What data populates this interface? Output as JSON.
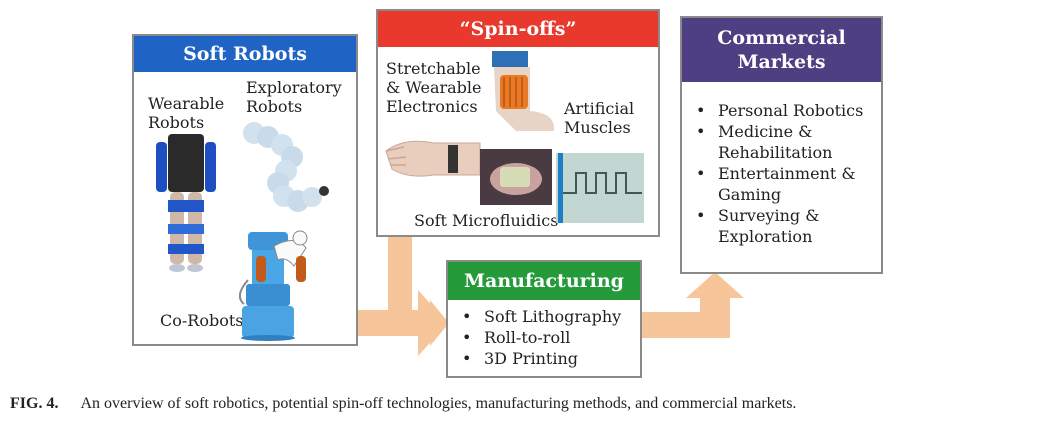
{
  "soft_robots": {
    "title": "Soft Robots",
    "labels": {
      "wearable": "Wearable Robots",
      "exploratory": "Exploratory Robots",
      "co": "Co-Robots"
    }
  },
  "spinoffs": {
    "title": "“Spin-offs”",
    "labels": {
      "stretchable": "Stretchable & Wearable Electronics",
      "muscles": "Artificial Muscles",
      "microfluidics": "Soft Microfluidics"
    }
  },
  "manufacturing": {
    "title": "Manufacturing",
    "items": [
      "Soft Lithography",
      "Roll-to-roll",
      "3D Printing"
    ]
  },
  "markets": {
    "title": "Commercial Markets",
    "items": [
      "Personal Robotics",
      "Medicine & Rehabilitation",
      "Entertainment & Gaming",
      "Surveying & Exploration"
    ]
  },
  "caption": {
    "figure": "FIG. 4.",
    "text": "An overview of soft robotics, potential spin-off technologies, manufacturing methods, and commercial markets."
  },
  "colors": {
    "soft_robots_header": "#1f63c4",
    "spinoffs_header": "#e8392c",
    "manufacturing_header": "#249a3b",
    "markets_header": "#4d3f82",
    "arrow": "#f6c59a"
  }
}
